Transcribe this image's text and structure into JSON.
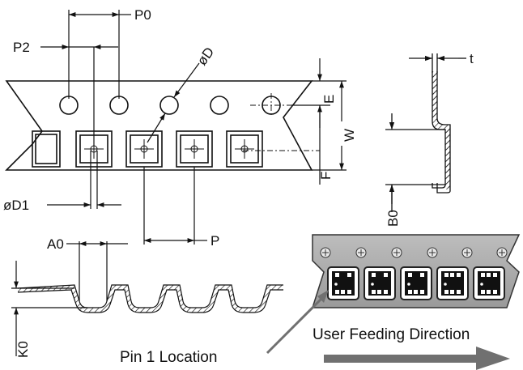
{
  "labels": {
    "p0": "P0",
    "p2": "P2",
    "d": "øD",
    "e": "E",
    "w": "W",
    "f": "F",
    "t": "t",
    "d1": "øD1",
    "p": "P",
    "b0": "B0",
    "a0": "A0",
    "k0": "K0"
  },
  "captions": {
    "feeding": "User Feeding Direction",
    "pin1": "Pin 1 Location"
  },
  "colors": {
    "line": "#111111",
    "photo_bg": "#a9a9a9",
    "arrow": "#707070"
  }
}
